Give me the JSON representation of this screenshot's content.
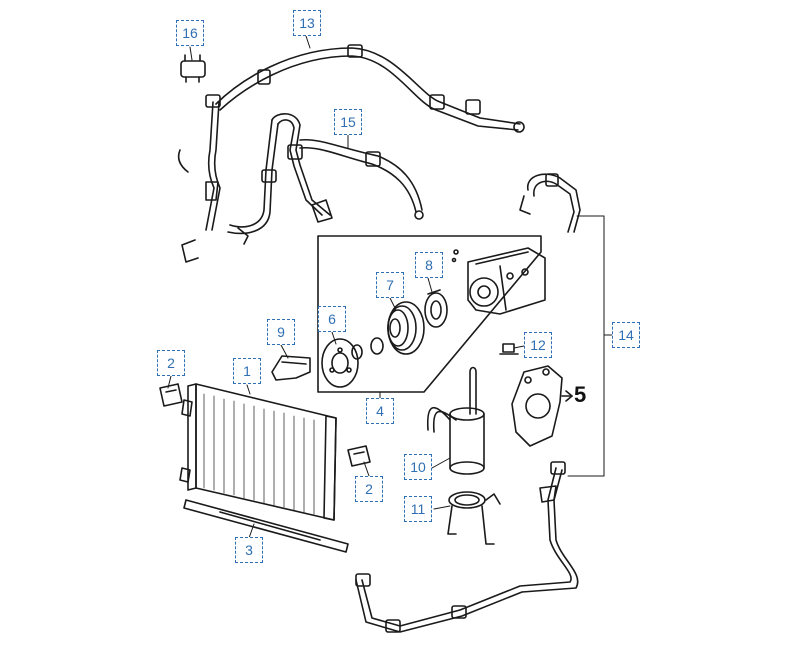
{
  "diagram": {
    "callouts": [
      {
        "id": "16",
        "label": "16"
      },
      {
        "id": "13",
        "label": "13"
      },
      {
        "id": "15",
        "label": "15"
      },
      {
        "id": "8",
        "label": "8"
      },
      {
        "id": "7",
        "label": "7"
      },
      {
        "id": "6",
        "label": "6"
      },
      {
        "id": "9",
        "label": "9"
      },
      {
        "id": "12",
        "label": "12"
      },
      {
        "id": "14",
        "label": "14"
      },
      {
        "id": "2a",
        "label": "2"
      },
      {
        "id": "1",
        "label": "1"
      },
      {
        "id": "4",
        "label": "4"
      },
      {
        "id": "10",
        "label": "10"
      },
      {
        "id": "2b",
        "label": "2"
      },
      {
        "id": "11",
        "label": "11"
      },
      {
        "id": "3",
        "label": "3"
      }
    ],
    "inline_label": "5",
    "colors": {
      "callout_border": "#2f6fb3",
      "callout_text": "#2f6fb3",
      "line_art": "#1a1a1a",
      "background": "#ffffff"
    }
  }
}
